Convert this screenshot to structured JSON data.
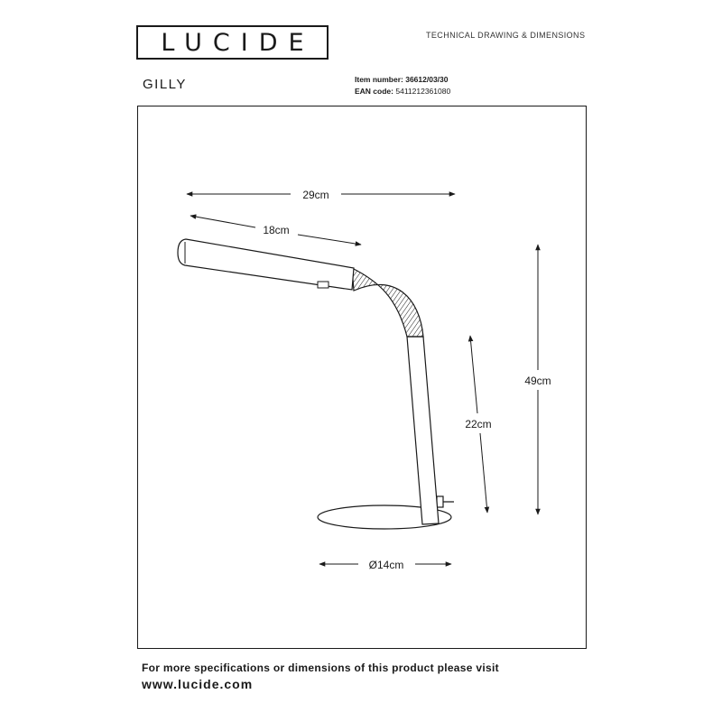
{
  "header": {
    "brand": "LUCIDE",
    "doc_type": "TECHNICAL DRAWING & DIMENSIONS",
    "product_name": "GILLY",
    "item_label": "Item number:",
    "item_value": "36612/03/30",
    "ean_label": "EAN code:",
    "ean_value": "5411212361080"
  },
  "dimensions": {
    "total_width": "29cm",
    "arm_length": "18cm",
    "total_height": "49cm",
    "stem_height": "22cm",
    "base_diameter": "Ø14cm"
  },
  "footer": {
    "line1": "For more specifications or dimensions of this product please visit",
    "line2": "www.lucide.com"
  }
}
